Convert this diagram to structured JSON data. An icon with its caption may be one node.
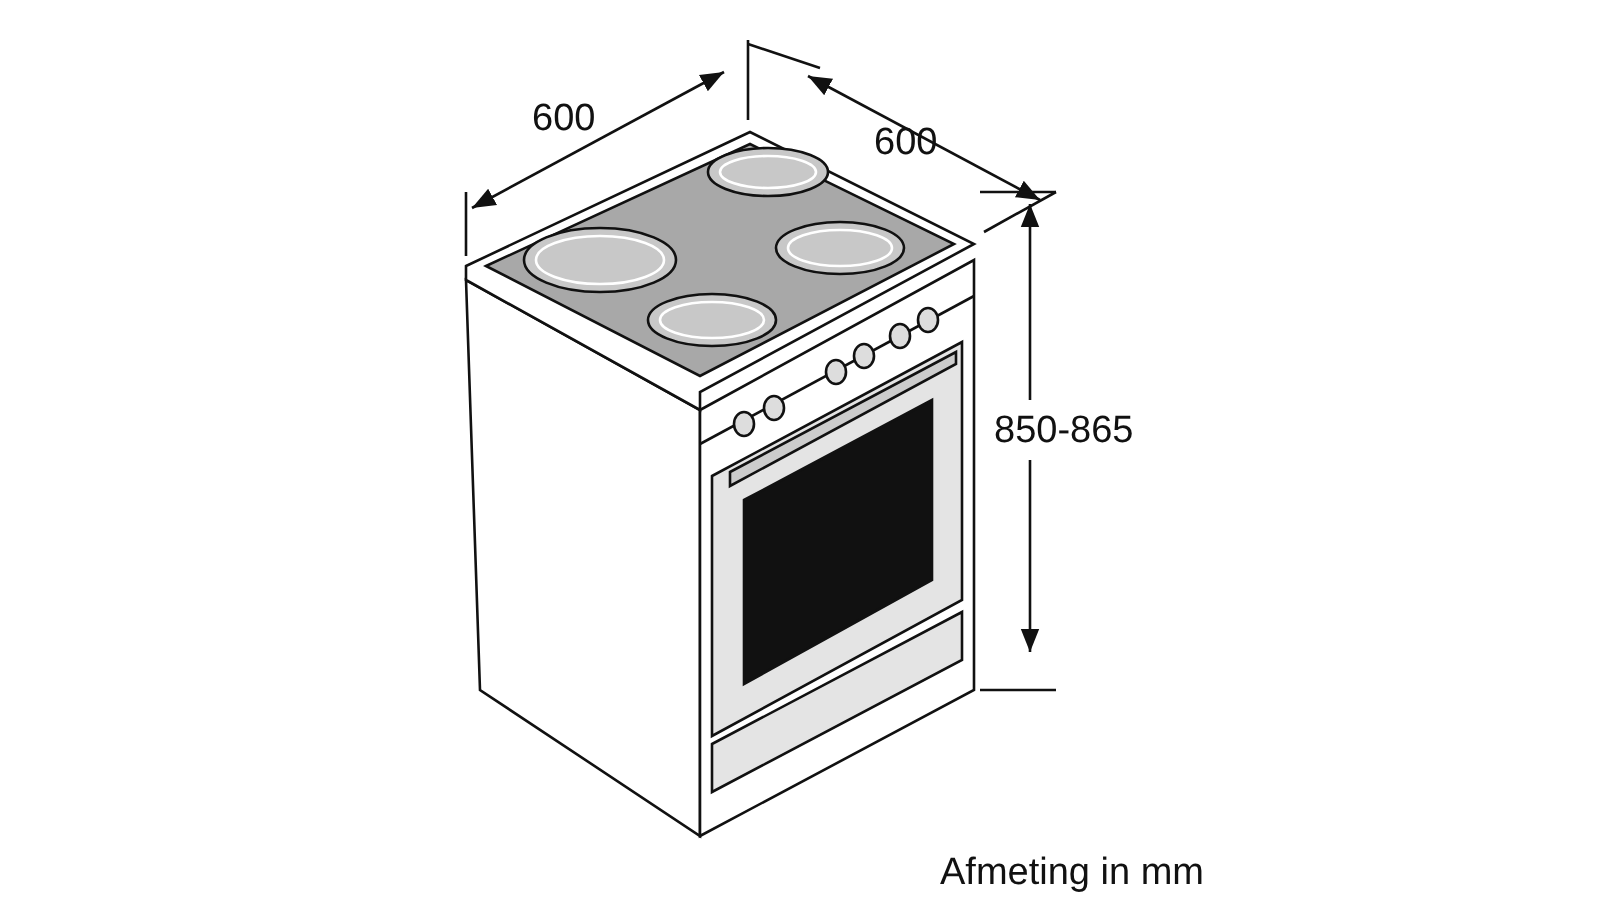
{
  "diagram": {
    "labels": [
      "600",
      "600",
      "850-865",
      "Afmeting in mm"
    ]
  }
}
